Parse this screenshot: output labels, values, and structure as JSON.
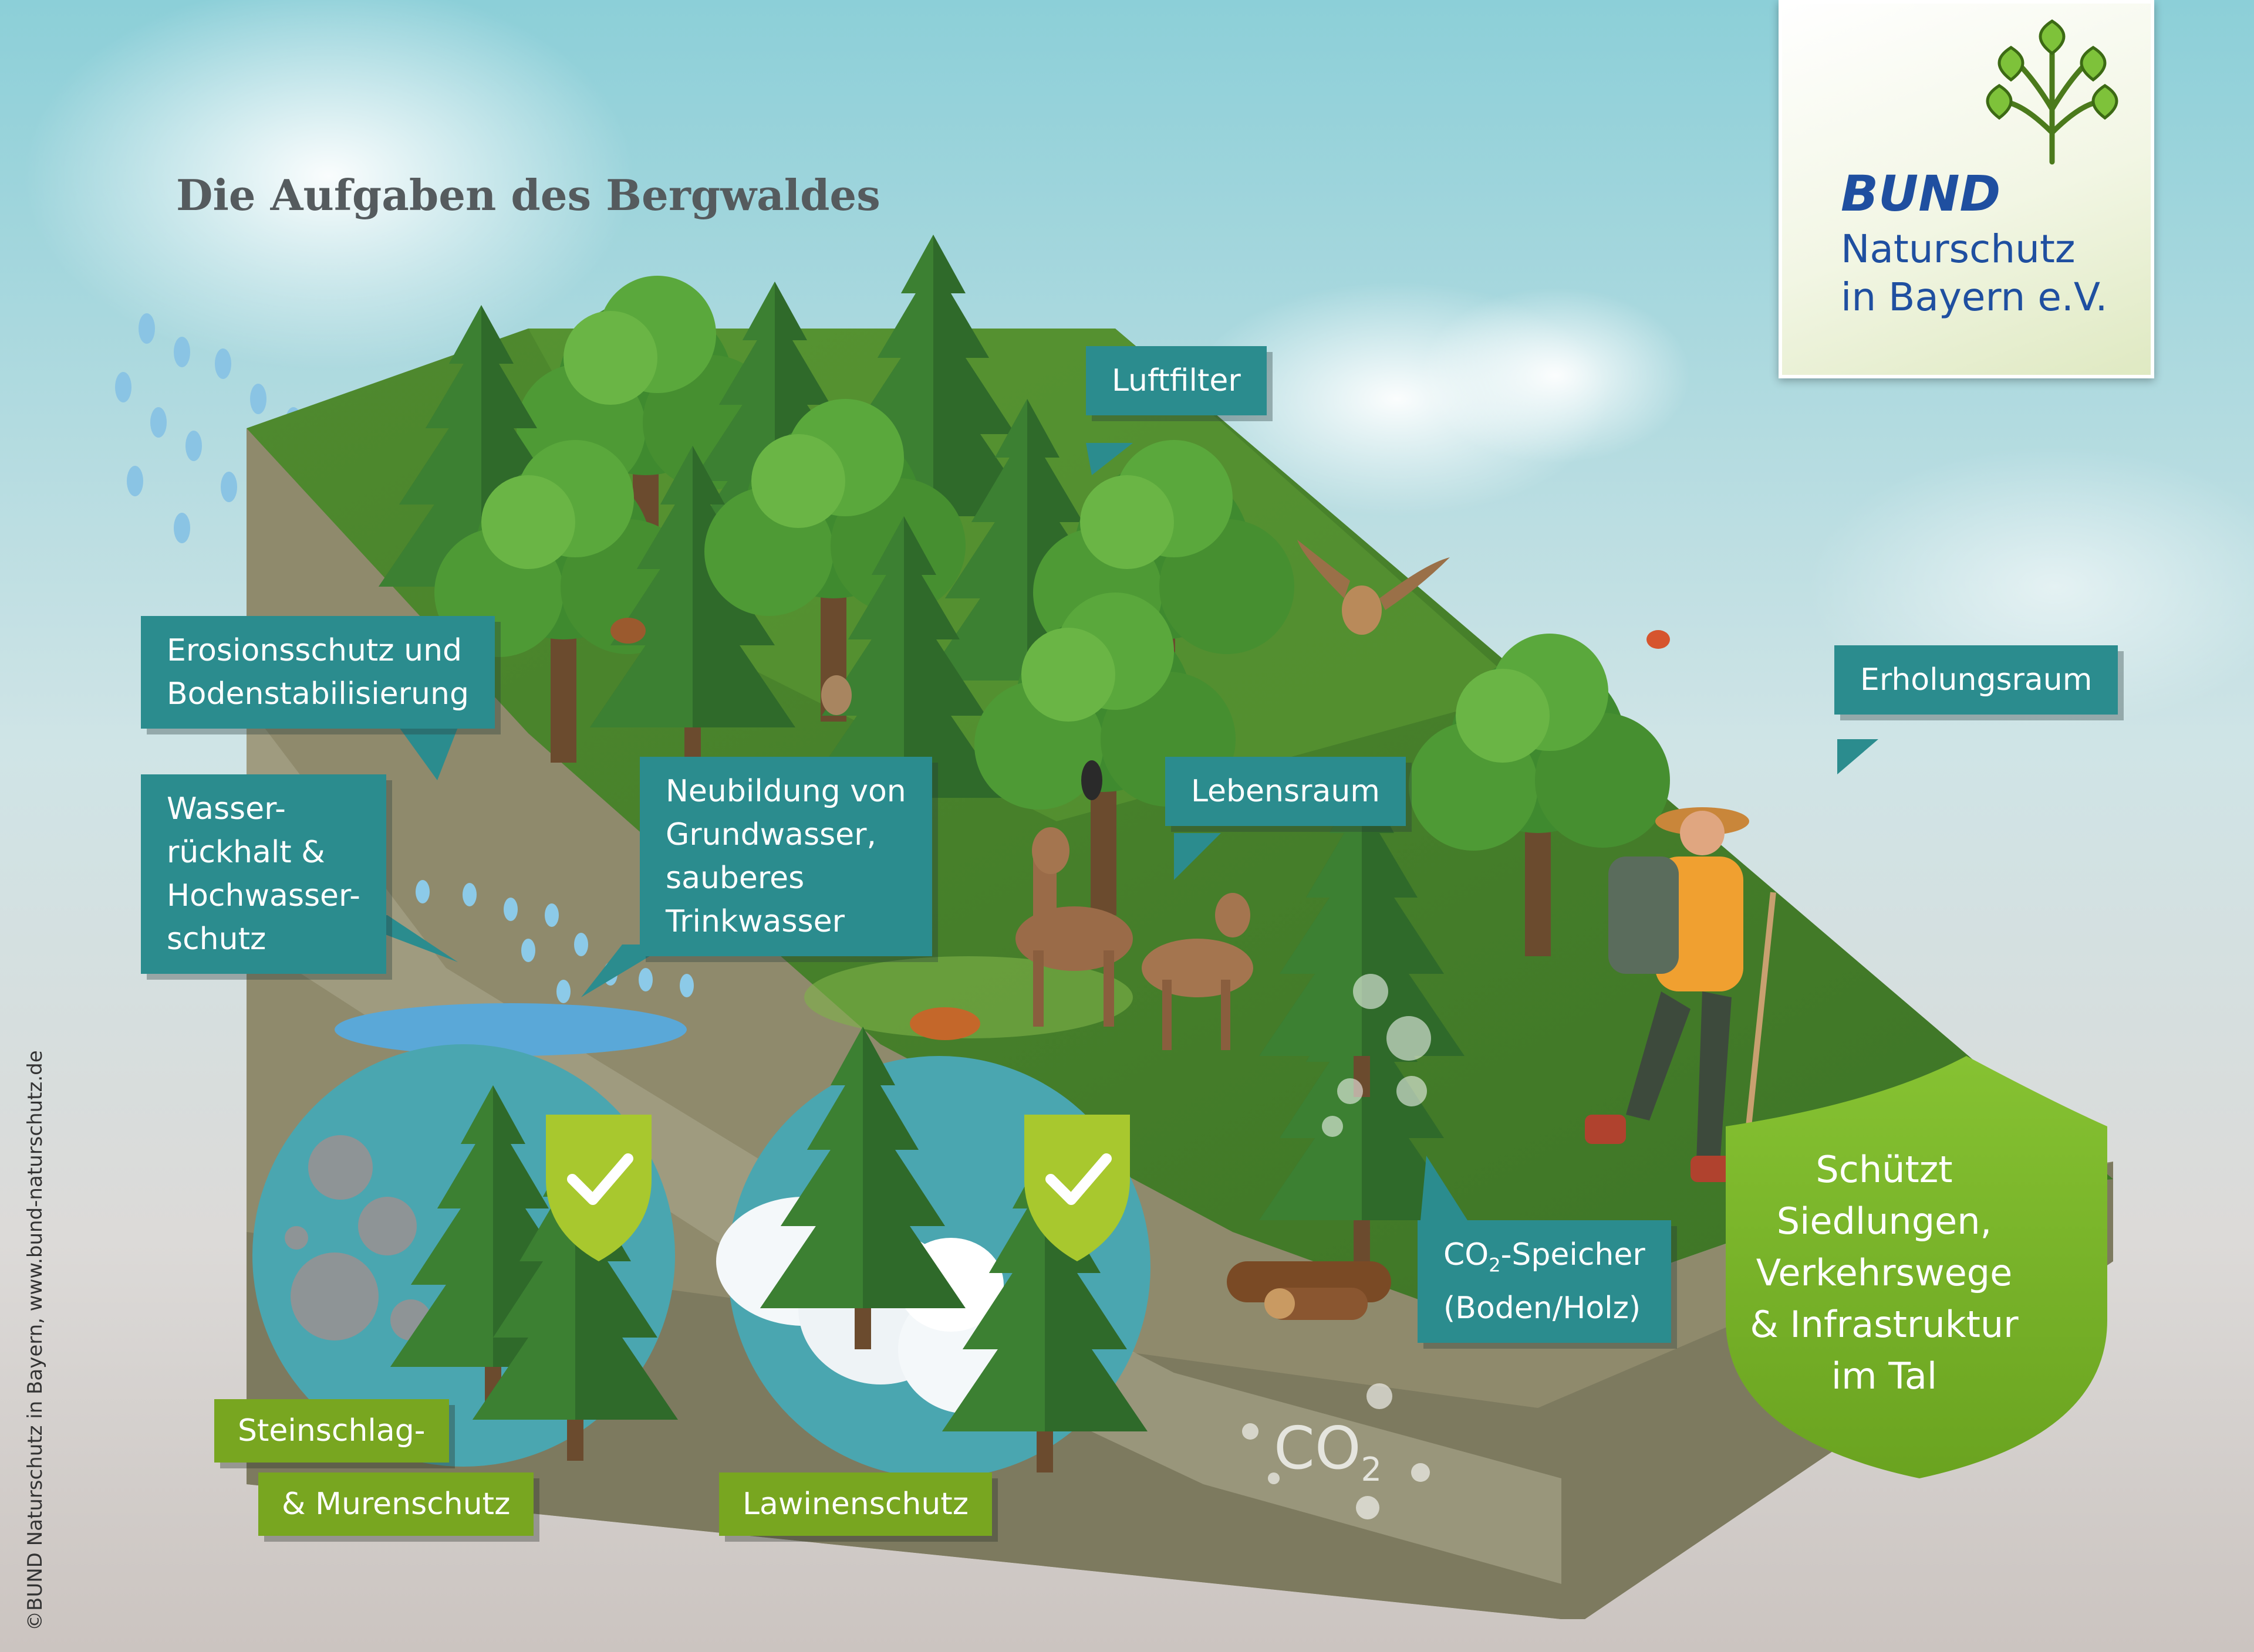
{
  "title": "Die Aufgaben des Bergwaldes",
  "logo": {
    "line1": "BUND",
    "line2": "Naturschutz",
    "line3": "in Bayern e.V."
  },
  "copyright": "©BUND Naturschutz in Bayern, www.bund-naturschutz.de",
  "callouts": {
    "luftfilter": "Luftfilter",
    "erosion": [
      "Erosionsschutz und",
      "Bodenstabilisierung"
    ],
    "wasser": [
      "Wasser-",
      "rückhalt &",
      "Hochwasser-",
      "schutz"
    ],
    "grundwasser": [
      "Neubildung von",
      "Grundwasser,",
      "sauberes",
      "Trinkwasser"
    ],
    "lebensraum": "Lebensraum",
    "erholung": "Erholungsraum",
    "co2_prefix": "CO",
    "co2_sub": "2",
    "co2_suffix": "-Speicher",
    "co2_line2": "(Boden/Holz)"
  },
  "green_labels": {
    "steinschlag_1": "Steinschlag-",
    "steinschlag_2": "& Murenschutz",
    "lawine": "Lawinenschutz"
  },
  "shield": [
    "Schützt",
    "Siedlungen,",
    "Verkehrswege",
    "& Infrastruktur",
    "im Tal"
  ],
  "co2_ground": {
    "main": "CO",
    "sub": "2"
  },
  "colors": {
    "callout": "#2b8c8e",
    "green_label": "#78a620",
    "shield": "#7ab52a",
    "title": "#555b5e",
    "logo_blue": "#1f4fa0"
  }
}
